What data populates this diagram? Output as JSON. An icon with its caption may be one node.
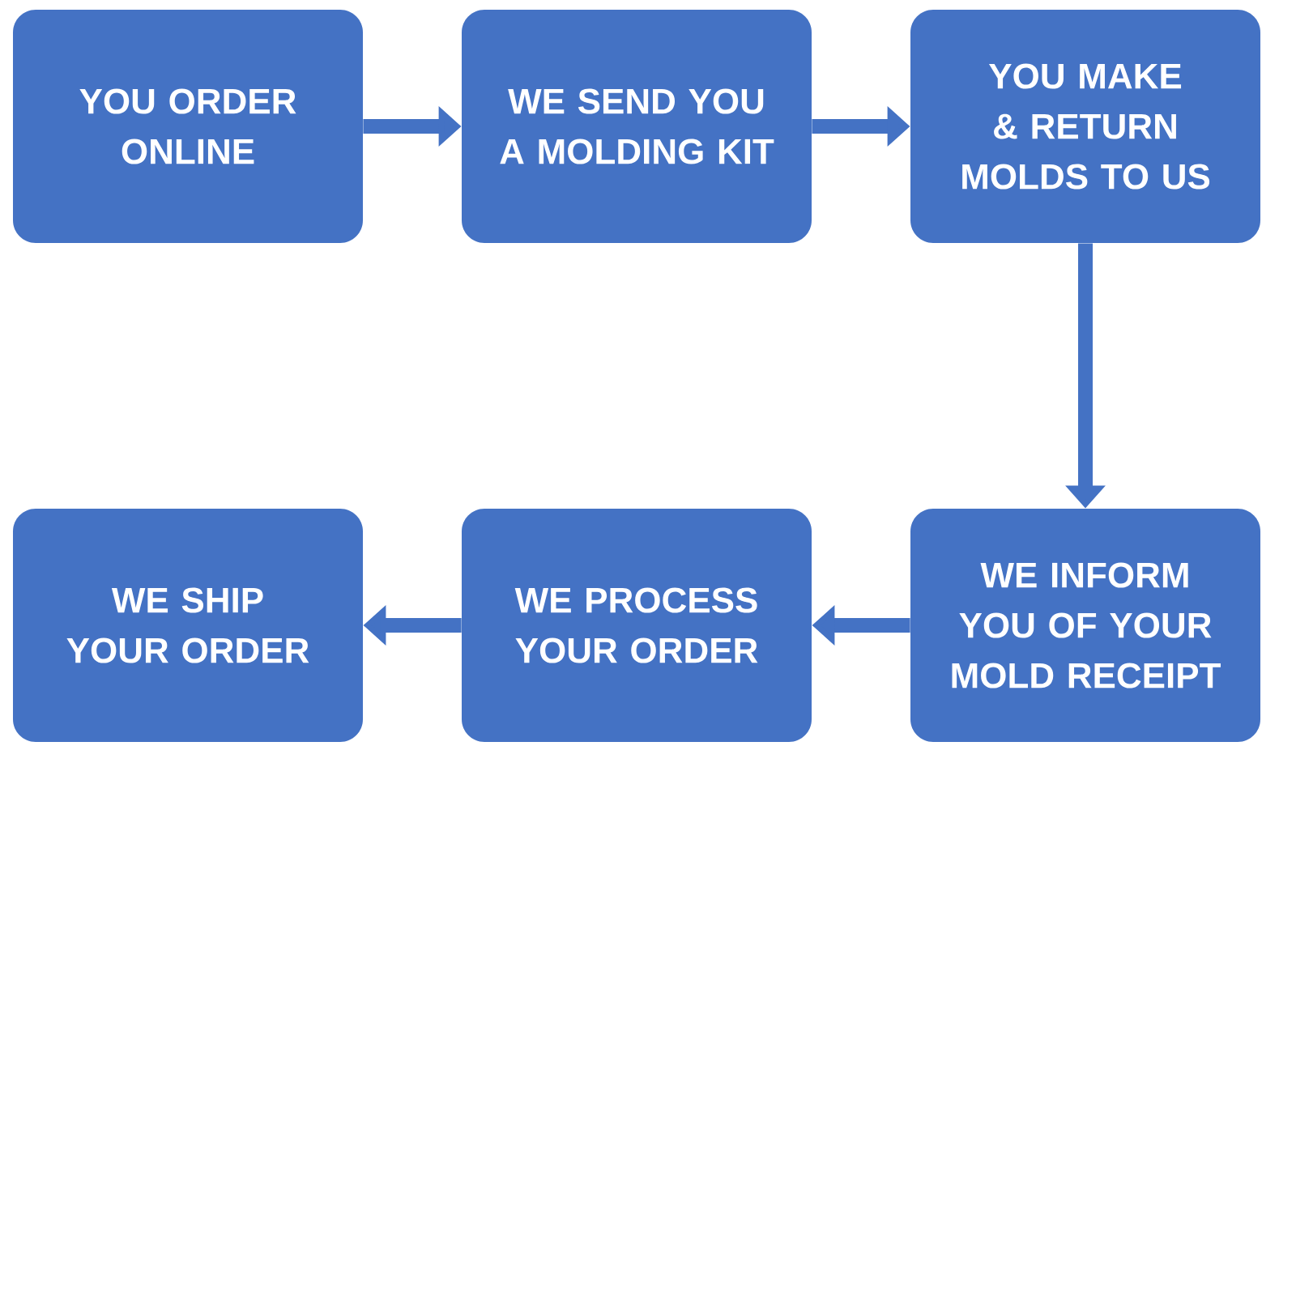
{
  "diagram": {
    "nodes": [
      {
        "text": [
          "YOU ORDER ONLINE"
        ]
      },
      {
        "text": [
          "WE SEND YOU A MOLDING KIT"
        ]
      },
      {
        "text": [
          "YOU MAKE & RETURN MOLDS TO US"
        ]
      },
      {
        "text": [
          "WE SHIP YOUR ORDER"
        ]
      },
      {
        "text": [
          "WE PROCESS YOUR ORDER"
        ]
      },
      {
        "text": [
          "WE INFORM YOU OF YOUR MOLD RECEIPT"
        ]
      }
    ],
    "edges": [
      {
        "from": 0,
        "to": 1,
        "arrow": "to"
      },
      {
        "from": 1,
        "to": 2,
        "arrow": "to"
      },
      {
        "from": 2,
        "to": 5,
        "arrow": "to"
      },
      {
        "from": 5,
        "to": 4,
        "arrow": "to"
      },
      {
        "from": 4,
        "to": 3,
        "arrow": "to"
      }
    ]
  }
}
